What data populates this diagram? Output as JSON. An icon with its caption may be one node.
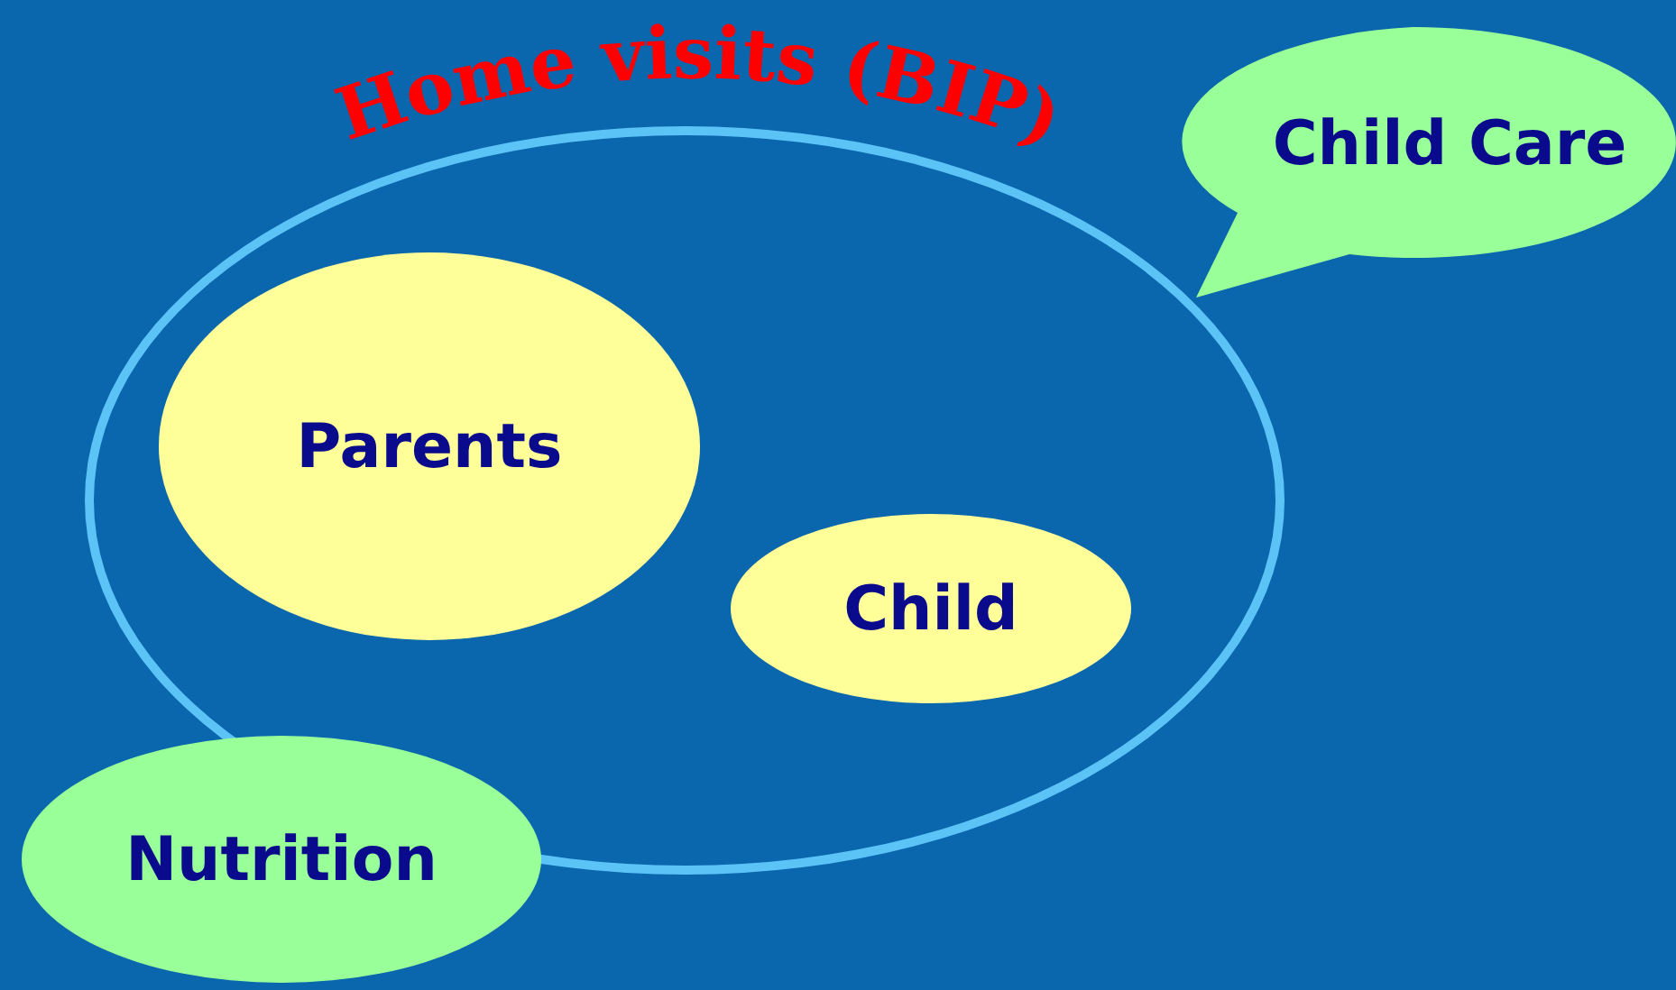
{
  "diagram": {
    "nodes": [
      {
        "text": [
          "Home visits (BIP)"
        ]
      },
      {
        "text": [
          "Parents"
        ],
        "in": 0
      },
      {
        "text": [
          "Child"
        ],
        "in": 0
      },
      {
        "text": [
          "Child Care"
        ]
      },
      {
        "text": [
          "Nutrition"
        ]
      }
    ]
  }
}
